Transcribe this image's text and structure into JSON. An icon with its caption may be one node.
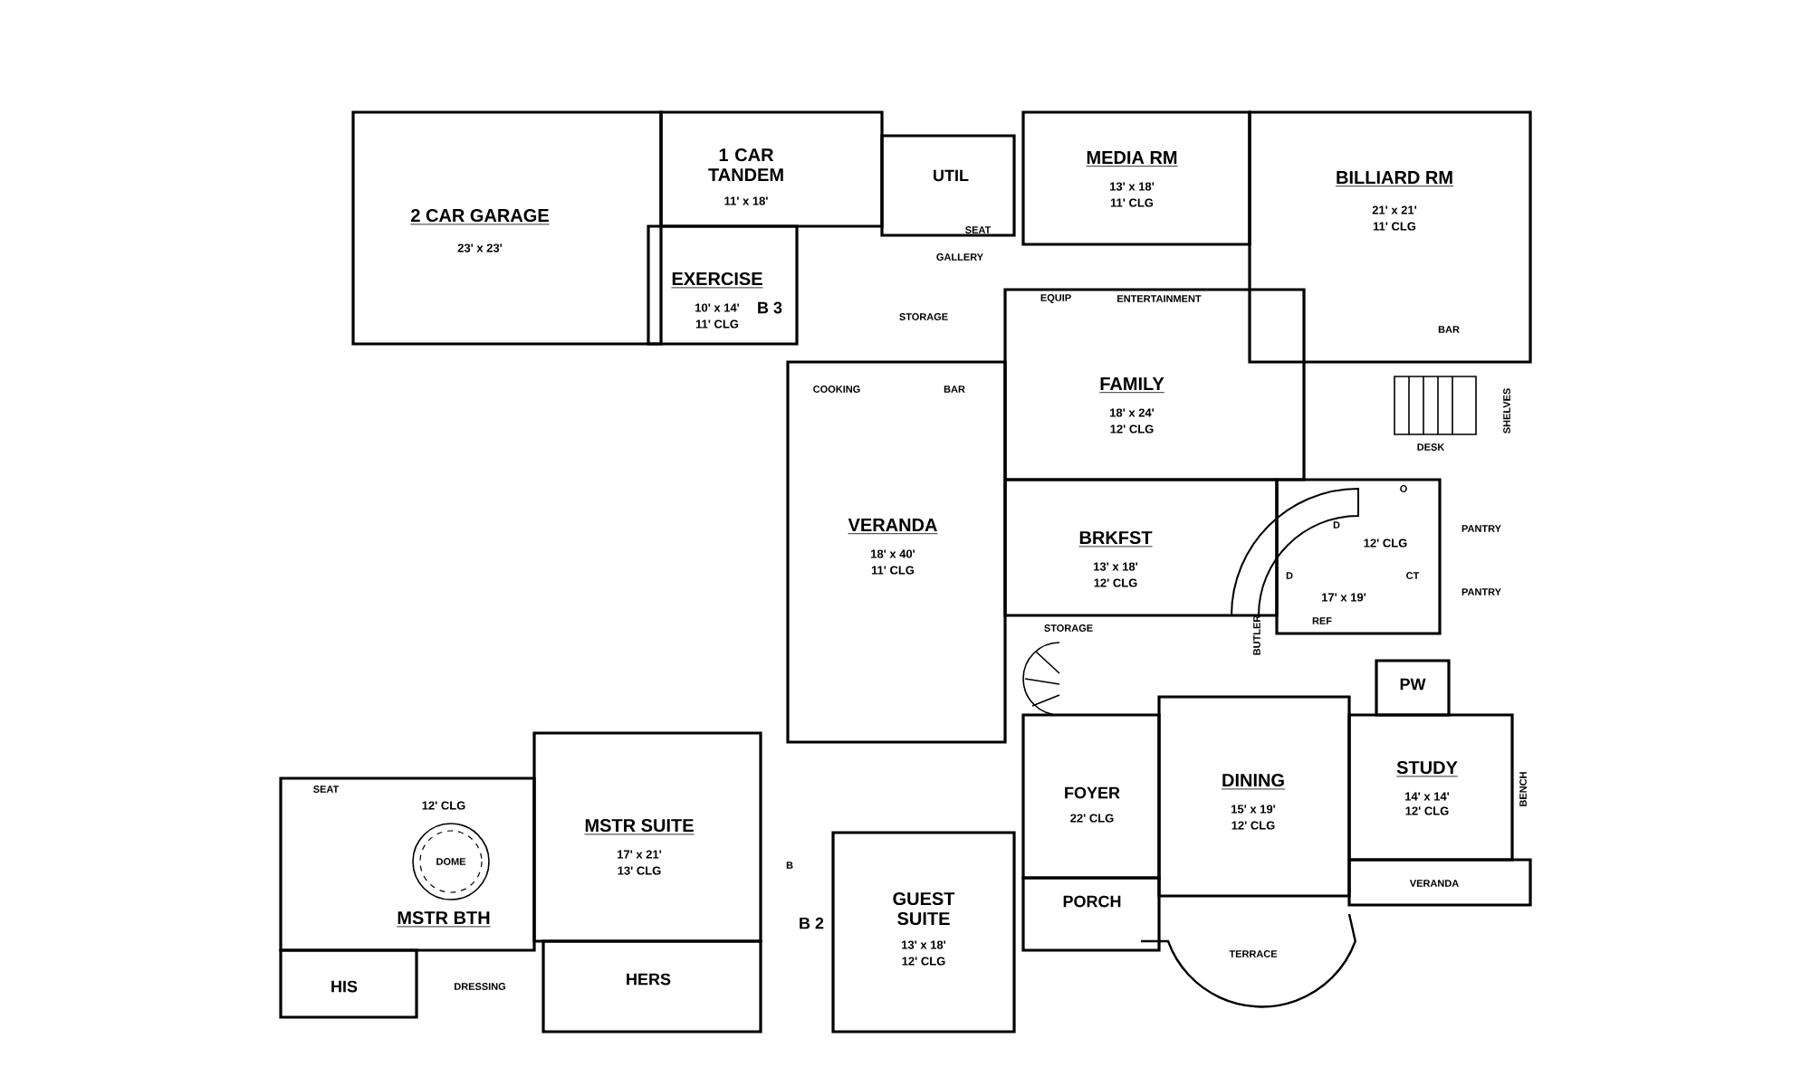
{
  "diagram": {
    "nodes": [
      {
        "text": [
          "2 CAR GARAGE",
          "23' x 23'"
        ]
      },
      {
        "text": [
          "1 CAR TANDEM",
          "11' x 18'"
        ]
      },
      {
        "text": [
          "UTIL"
        ]
      },
      {
        "text": [
          "MEDIA RM",
          "13' x 18'",
          "11' CLG"
        ]
      },
      {
        "text": [
          "BILLIARD RM",
          "21' x 21'",
          "11' CLG"
        ]
      },
      {
        "text": [
          "EXERCISE",
          "10' x 14'",
          "11' CLG"
        ]
      },
      {
        "text": [
          "FAMILY",
          "18' x 24'",
          "12' CLG"
        ]
      },
      {
        "text": [
          "VERANDA",
          "18' x 40'",
          "11' CLG"
        ]
      },
      {
        "text": [
          "BRKFST",
          "13' x 18'",
          "12' CLG"
        ]
      },
      {
        "text": [
          "12' CLG",
          "17' x 19'"
        ]
      },
      {
        "text": [
          "MSTR SUITE",
          "17' x 21'",
          "13' CLG"
        ]
      },
      {
        "text": [
          "12' CLG",
          "MSTR BTH"
        ]
      },
      {
        "text": [
          "HIS"
        ]
      },
      {
        "text": [
          "HERS"
        ]
      },
      {
        "text": [
          "GUEST SUITE",
          "13' x 18'",
          "12' CLG"
        ]
      },
      {
        "text": [
          "FOYER",
          "22' CLG"
        ]
      },
      {
        "text": [
          "PORCH"
        ]
      },
      {
        "text": [
          "DINING",
          "15' x 19'",
          "12' CLG"
        ]
      },
      {
        "text": [
          "STUDY",
          "14' x 14'",
          "12' CLG"
        ],
        "beside": [
          "BENCH"
        ]
      },
      {
        "text": [
          "PW"
        ]
      },
      {
        "text": [
          "VERANDA"
        ]
      },
      {
        "text": [
          "TERRACE"
        ]
      },
      {
        "text": [
          "DOME"
        ],
        "in": 11
      }
    ],
    "labels": [
      "SEAT",
      "GALLERY",
      "STORAGE",
      "EQUIP",
      "ENTERTAINMENT",
      "B 3",
      "COOKING",
      "BAR",
      "BAR",
      "SHELVES",
      "DESK",
      "D",
      "O",
      "CT",
      "PANTRY",
      "D",
      "PANTRY",
      "REF",
      "STORAGE",
      "BUTLER",
      "B",
      "SEAT",
      "DRESSING",
      "B 2"
    ]
  }
}
